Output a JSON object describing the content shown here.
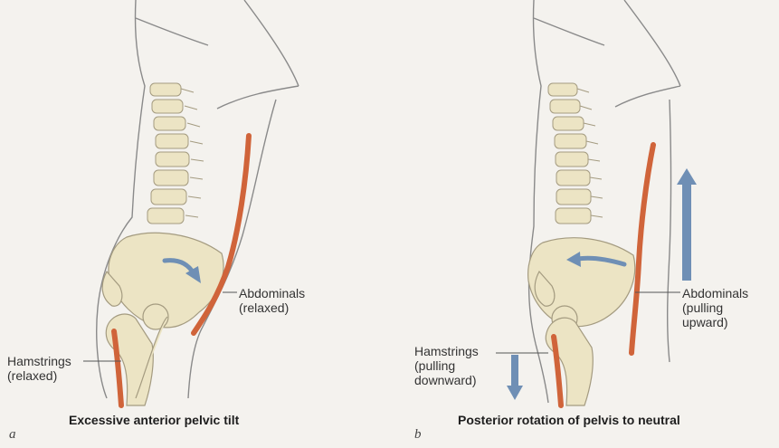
{
  "panels": [
    {
      "letter": "a",
      "caption": "Excessive anterior pelvic tilt",
      "abdominals_label": [
        "Abdominals",
        "(relaxed)"
      ],
      "hamstrings_label": [
        "Hamstrings",
        "(relaxed)"
      ]
    },
    {
      "letter": "b",
      "caption": "Posterior rotation of pelvis to neutral",
      "abdominals_label": [
        "Abdominals",
        "(pulling",
        "upward)"
      ],
      "hamstrings_label": [
        "Hamstrings",
        "(pulling",
        "downward)"
      ]
    }
  ],
  "colors": {
    "background": "#f4f2ee",
    "bone": "#ece4c4",
    "bone_outline": "#a49b80",
    "skin_outline": "#8a8a8a",
    "muscle": "#d0643a",
    "arrow": "#6f8fb5"
  }
}
